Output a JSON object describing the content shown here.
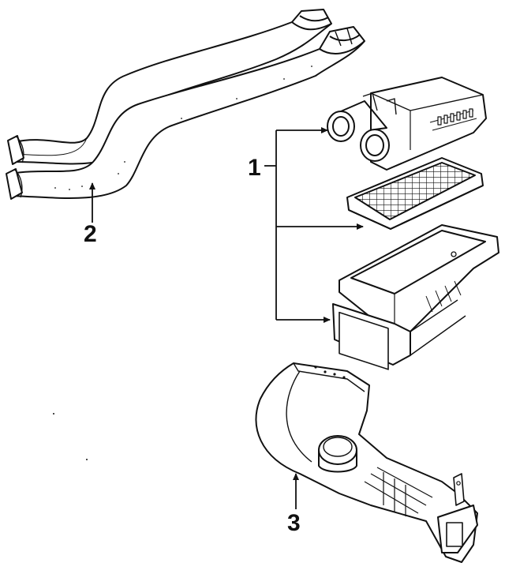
{
  "diagram": {
    "callouts": [
      {
        "id": "1",
        "label": "1"
      },
      {
        "id": "2",
        "label": "2"
      },
      {
        "id": "3",
        "label": "3"
      }
    ],
    "ink_color": "#111111",
    "background": "#ffffff"
  }
}
